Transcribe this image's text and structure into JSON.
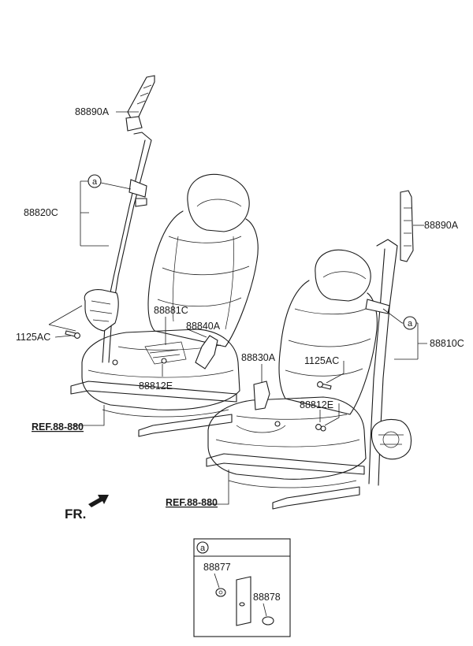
{
  "labels": {
    "p88890A_left": "88890A",
    "p88820C": "88820C",
    "p1125AC_left": "1125AC",
    "p88881C": "88881C",
    "p88840A": "88840A",
    "p88812E_left": "88812E",
    "p88890A_right": "88890A",
    "p88810C": "88810C",
    "p88830A": "88830A",
    "p1125AC_right": "1125AC",
    "p88812E_right": "88812E",
    "p88877": "88877",
    "p88878": "88878"
  },
  "refs": {
    "left": "REF.88-880",
    "right": "REF.88-880"
  },
  "markers": {
    "circle_a": "a"
  },
  "direction": {
    "label": "FR."
  }
}
